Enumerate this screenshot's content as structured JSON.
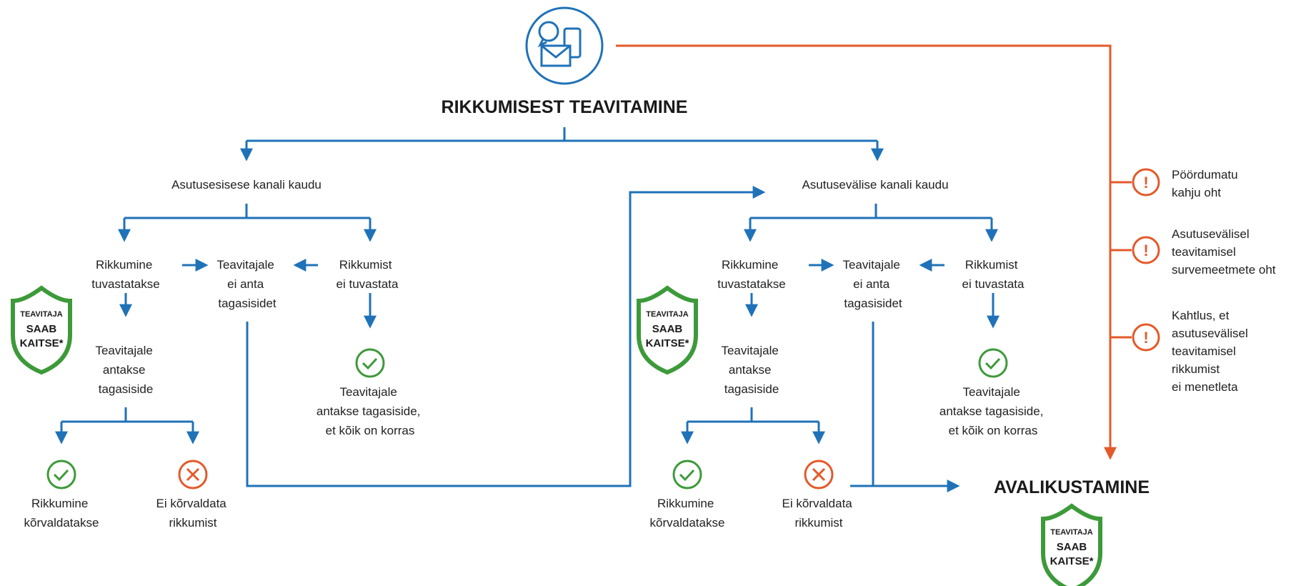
{
  "title": "RIKKUMISEST TEAVITAMINE",
  "end_title": "AVALIKUSTAMINE",
  "branches": {
    "internal": "Asutusesisese kanali kaudu",
    "external": "Asutusevälise kanali kaudu"
  },
  "nodes": {
    "detected": [
      "Rikkumine",
      "tuvastatakse"
    ],
    "no_feedback": [
      "Teavitajale",
      "ei anta",
      "tagasisidet"
    ],
    "not_detected": [
      "Rikkumist",
      "ei tuvastata"
    ],
    "feedback": [
      "Teavitajale",
      "antakse",
      "tagasiside"
    ],
    "all_ok": [
      "Teavitajale",
      "antakse tagasiside,",
      "et kõik on korras"
    ],
    "removed": [
      "Rikkumine",
      "kõrvaldatakse"
    ],
    "not_removed": [
      "Ei kõrvaldata",
      "rikkumist"
    ]
  },
  "shield": [
    "TEAVITAJA",
    "SAAB",
    "KAITSE*"
  ],
  "risks": [
    [
      "Pöördumatu",
      "kahju oht"
    ],
    [
      "Asutusevälisel",
      "teavitamisel",
      "survemeetmete oht"
    ],
    [
      "Kahtlus, et",
      "asutusevälisel",
      "teavitamisel",
      "rikkumist",
      "ei menetleta"
    ]
  ],
  "icons": {
    "top": "communication-channels-icon",
    "check": "check-circle-icon",
    "cross": "cross-circle-icon",
    "warning": "exclamation-circle-icon",
    "shield": "shield-icon"
  },
  "colors": {
    "blue": "#1f72b8",
    "orange": "#e35a2a",
    "green": "#3d9a3a"
  }
}
